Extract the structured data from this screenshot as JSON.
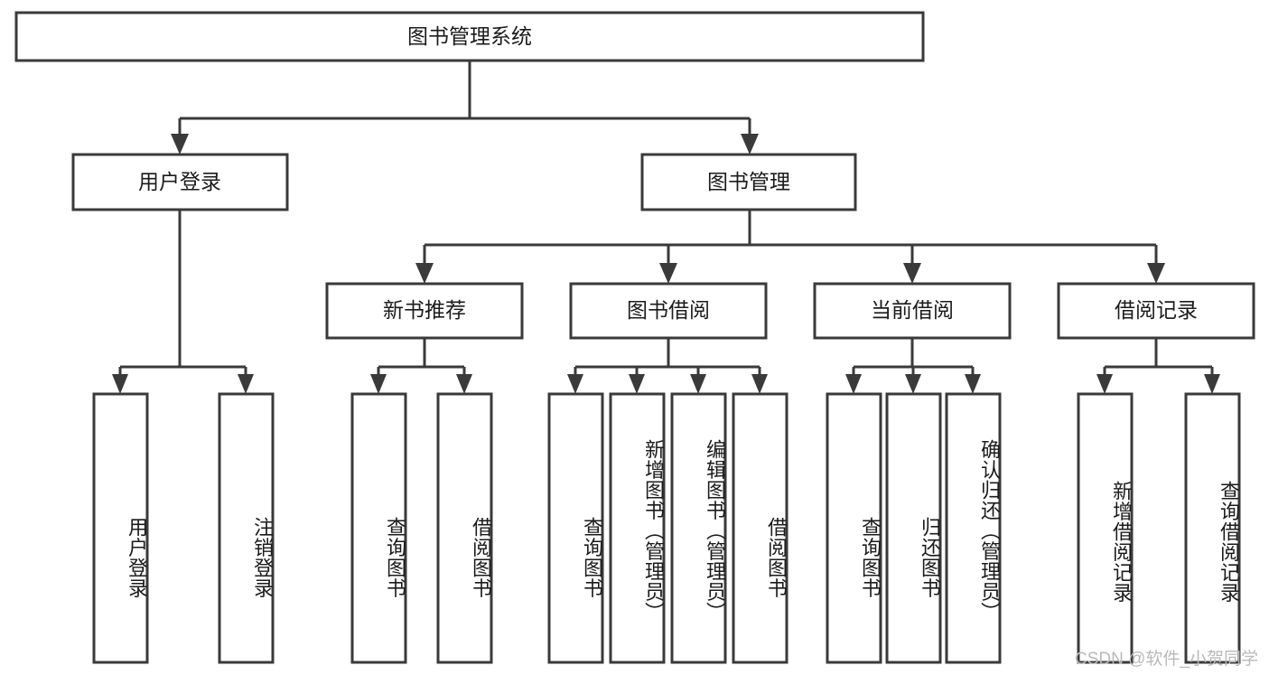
{
  "diagram": {
    "title": "图书管理系统",
    "watermark": "CSDN @软件_小贺同学",
    "colors": {
      "stroke": "#3a3a3a",
      "fill": "#ffffff",
      "text": "#1b1b1b",
      "watermark": "#b9b9b9"
    },
    "root": {
      "label": "图书管理系统"
    },
    "level2": [
      {
        "label": "用户登录"
      },
      {
        "label": "图书管理"
      }
    ],
    "level3": [
      {
        "label": "新书推荐"
      },
      {
        "label": "图书借阅"
      },
      {
        "label": "当前借阅"
      },
      {
        "label": "借阅记录"
      }
    ],
    "leaves": {
      "user_login": [
        {
          "label": "用户登录"
        },
        {
          "label": "注销登录"
        }
      ],
      "new_book_recommend": [
        {
          "label": "查询图书"
        },
        {
          "label": "借阅图书"
        }
      ],
      "book_borrow": [
        {
          "label": "查询图书"
        },
        {
          "label": "新增图书（管理员）"
        },
        {
          "label": "编辑图书（管理员）"
        },
        {
          "label": "借阅图书"
        }
      ],
      "current_borrow": [
        {
          "label": "查询图书"
        },
        {
          "label": "归还图书"
        },
        {
          "label": "确认归还（管理员）"
        }
      ],
      "borrow_record": [
        {
          "label": "新增借阅记录"
        },
        {
          "label": "查询借阅记录"
        }
      ]
    }
  },
  "chart_data": {
    "type": "table",
    "title": "图书管理系统 功能结构图",
    "nodes": [
      {
        "id": "root",
        "label": "图书管理系统",
        "level": 0,
        "parent": null
      },
      {
        "id": "n-user-login",
        "label": "用户登录",
        "level": 1,
        "parent": "root"
      },
      {
        "id": "n-book-manage",
        "label": "图书管理",
        "level": 1,
        "parent": "root"
      },
      {
        "id": "n-new-book",
        "label": "新书推荐",
        "level": 2,
        "parent": "n-book-manage"
      },
      {
        "id": "n-book-borrow",
        "label": "图书借阅",
        "level": 2,
        "parent": "n-book-manage"
      },
      {
        "id": "n-current-borrow",
        "label": "当前借阅",
        "level": 2,
        "parent": "n-book-manage"
      },
      {
        "id": "n-borrow-record",
        "label": "借阅记录",
        "level": 2,
        "parent": "n-book-manage"
      },
      {
        "id": "l1",
        "label": "用户登录",
        "level": 2,
        "parent": "n-user-login"
      },
      {
        "id": "l2",
        "label": "注销登录",
        "level": 2,
        "parent": "n-user-login"
      },
      {
        "id": "l3",
        "label": "查询图书",
        "level": 3,
        "parent": "n-new-book"
      },
      {
        "id": "l4",
        "label": "借阅图书",
        "level": 3,
        "parent": "n-new-book"
      },
      {
        "id": "l5",
        "label": "查询图书",
        "level": 3,
        "parent": "n-book-borrow"
      },
      {
        "id": "l6",
        "label": "新增图书（管理员）",
        "level": 3,
        "parent": "n-book-borrow"
      },
      {
        "id": "l7",
        "label": "编辑图书（管理员）",
        "level": 3,
        "parent": "n-book-borrow"
      },
      {
        "id": "l8",
        "label": "借阅图书",
        "level": 3,
        "parent": "n-book-borrow"
      },
      {
        "id": "l9",
        "label": "查询图书",
        "level": 3,
        "parent": "n-current-borrow"
      },
      {
        "id": "l10",
        "label": "归还图书",
        "level": 3,
        "parent": "n-current-borrow"
      },
      {
        "id": "l11",
        "label": "确认归还（管理员）",
        "level": 3,
        "parent": "n-current-borrow"
      },
      {
        "id": "l12",
        "label": "新增借阅记录",
        "level": 3,
        "parent": "n-borrow-record"
      },
      {
        "id": "l13",
        "label": "查询借阅记录",
        "level": 3,
        "parent": "n-borrow-record"
      }
    ]
  }
}
